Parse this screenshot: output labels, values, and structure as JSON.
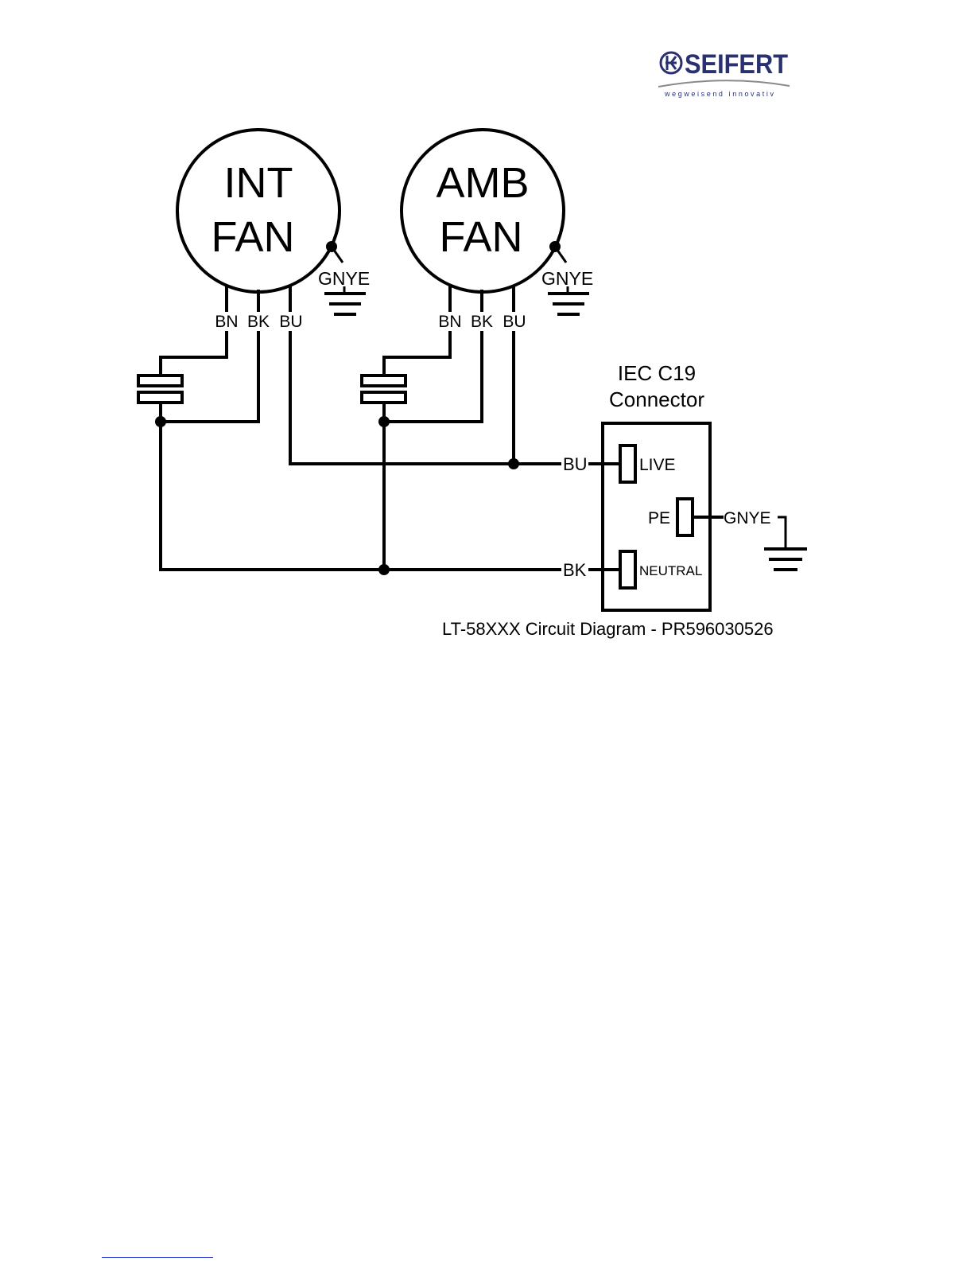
{
  "logo": {
    "brand": "SEIFERT",
    "tagline": "wegweisend innovativ",
    "brand_color": "#2a3170"
  },
  "diagram": {
    "fans": [
      {
        "line1": "INT",
        "line2": "FAN"
      },
      {
        "line1": "AMB",
        "line2": "FAN"
      }
    ],
    "fan_ground_label": "GNYE",
    "wire_labels": {
      "bn": "BN",
      "bk": "BK",
      "bu": "BU"
    },
    "connector": {
      "title_line1": "IEC C19",
      "title_line2": "Connector",
      "live": "LIVE",
      "neutral": "NEUTRAL",
      "pe": "PE",
      "in_bu": "BU",
      "in_bk": "BK",
      "out_ground": "GNYE"
    },
    "caption": "LT-58XXX Circuit  Diagram - PR596030526"
  }
}
